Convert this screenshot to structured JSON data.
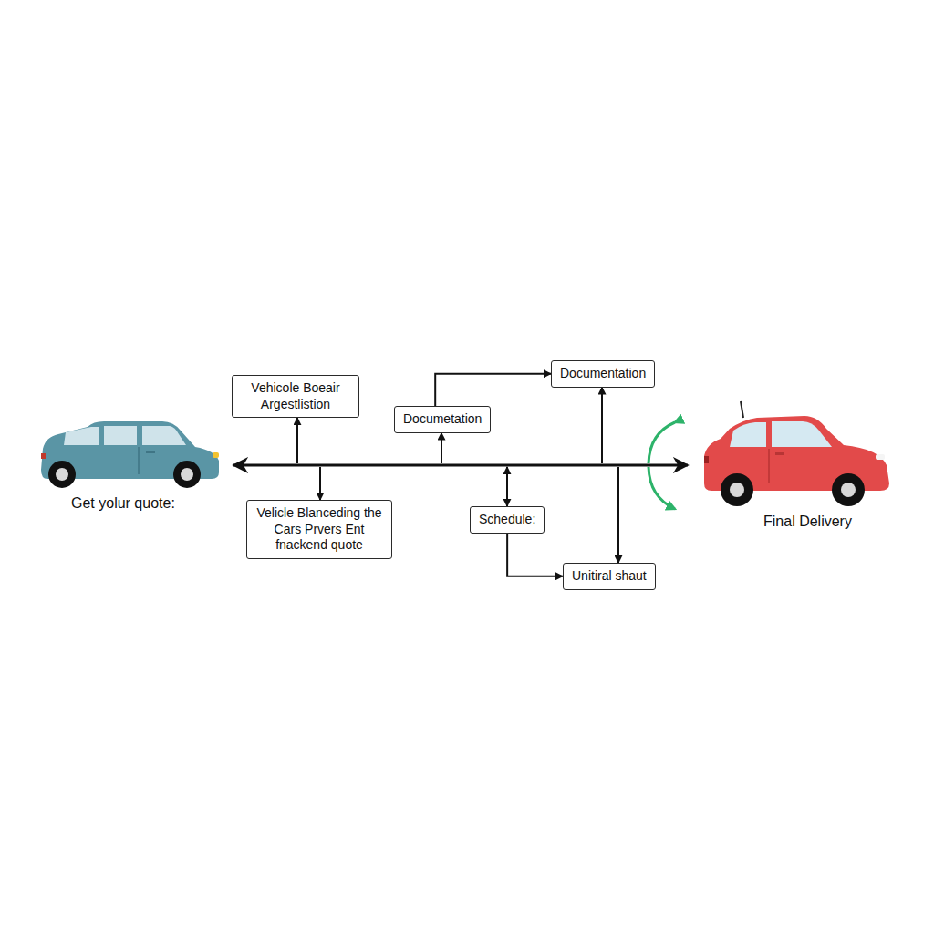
{
  "diagram": {
    "nodes": [
      {
        "text": [
          "Vehicole Boeair Argestlistion"
        ]
      },
      {
        "text": [
          "Documetation"
        ]
      },
      {
        "text": [
          "Documentation"
        ]
      },
      {
        "text": [
          "Velicle Blanceding the Cars Prvers Ent fnackend quote"
        ]
      },
      {
        "text": [
          "Schedule:"
        ]
      },
      {
        "text": [
          "Unitiral shaut"
        ]
      }
    ],
    "edges": [
      {
        "from": 1,
        "to": 2,
        "arrow": "to"
      },
      {
        "from": 4,
        "to": 5,
        "arrow": "to"
      }
    ],
    "labels": [
      "Get yolur quote:",
      "Final Delivery"
    ]
  }
}
